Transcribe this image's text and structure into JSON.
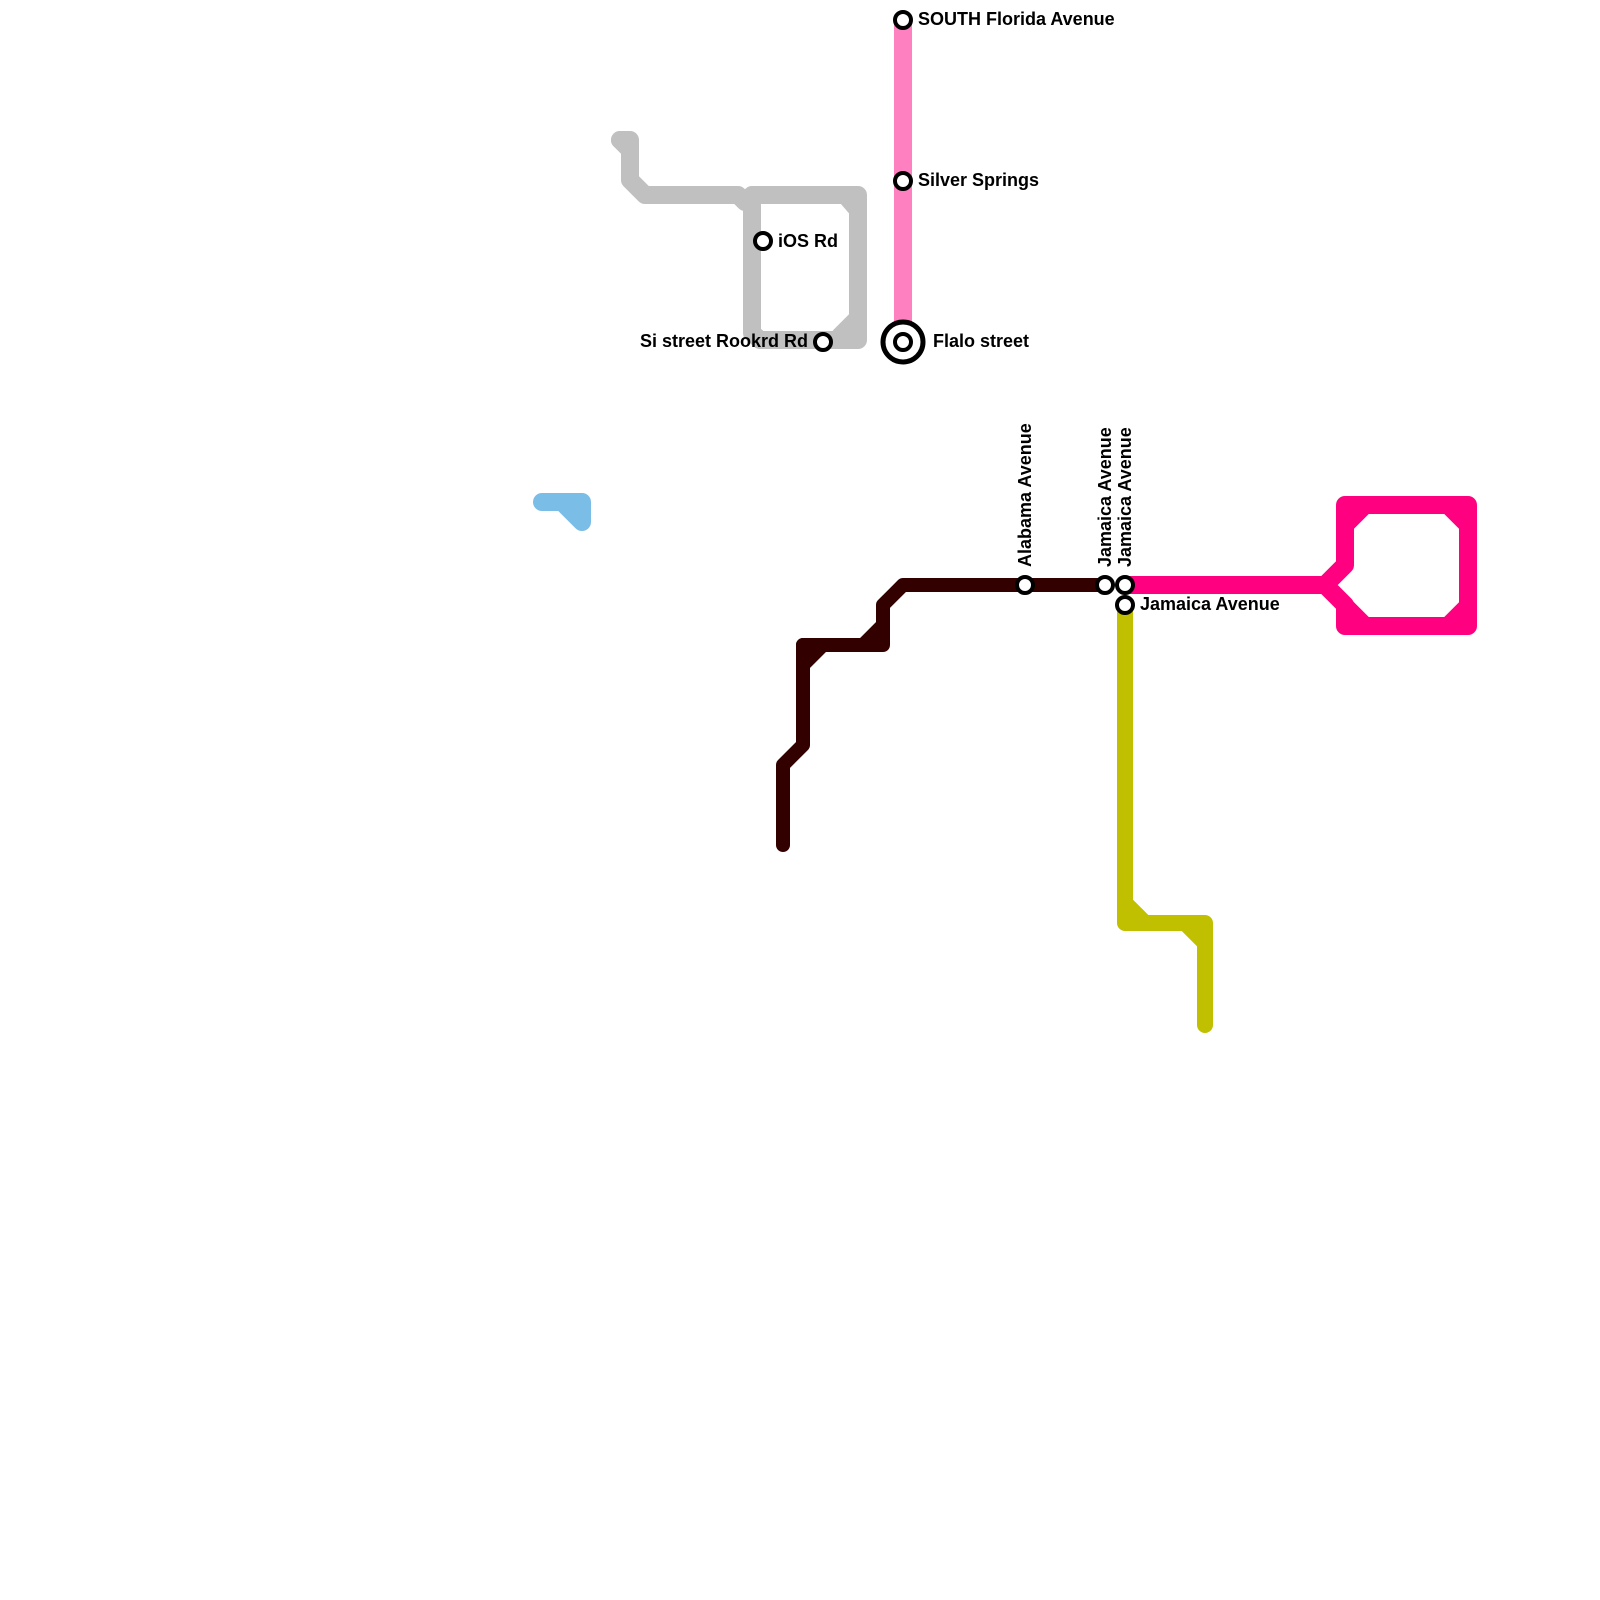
{
  "lines": [
    {
      "id": "grey",
      "color": "#c0c0c0"
    },
    {
      "id": "pink-light",
      "color": "#ff80c0"
    },
    {
      "id": "blue",
      "color": "#7abde6"
    },
    {
      "id": "dark-brown",
      "color": "#330000"
    },
    {
      "id": "magenta",
      "color": "#ff0080"
    },
    {
      "id": "olive",
      "color": "#c0c000"
    }
  ],
  "stations": {
    "south_florida": "SOUTH Florida Avenue",
    "silver_springs": "Silver Springs",
    "ios_rd": "iOS Rd",
    "si_street": "Si street Rookrd Rd",
    "flalo_street": "Flalo street",
    "alabama": "Alabama Avenue",
    "jamaica_1": "Jamaica Avenue",
    "jamaica_2": "Jamaica Avenue",
    "jamaica_3": "Jamaica Avenue"
  }
}
